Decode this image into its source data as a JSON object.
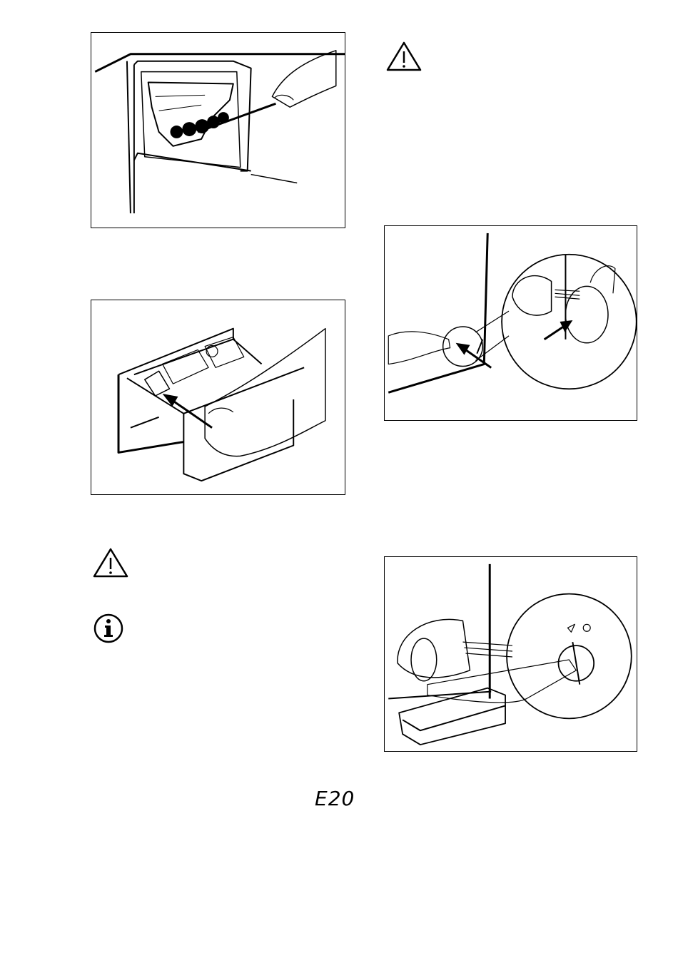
{
  "page": {
    "background": "#ffffff",
    "line_color": "#000000"
  },
  "figures": [
    {
      "name": "clean-dispenser-brush",
      "icon": "dispenser-brush-illustration"
    },
    {
      "name": "insert-dispenser-drawer",
      "icon": "dispenser-drawer-illustration"
    },
    {
      "name": "open-pump-flap",
      "icon": "pump-flap-illustration"
    },
    {
      "name": "drain-pump-filter",
      "icon": "pump-filter-illustration"
    }
  ],
  "icons": {
    "warning": "warning-triangle-icon",
    "info": "info-circle-icon"
  },
  "error_code": "E20"
}
